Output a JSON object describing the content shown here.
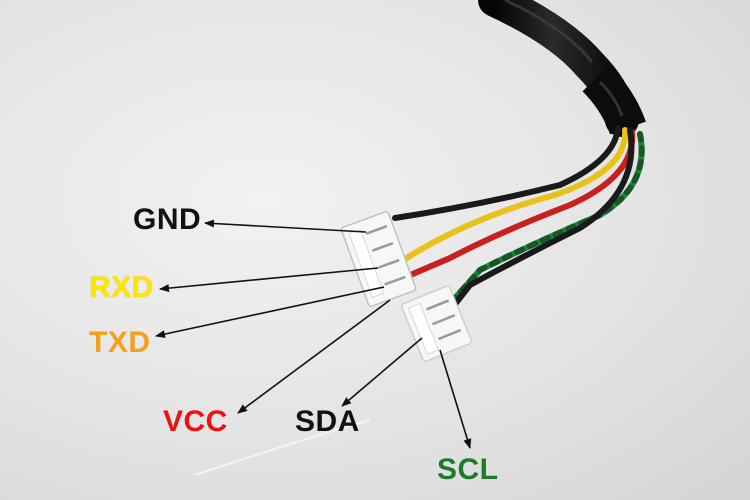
{
  "labels": {
    "gnd": "GND",
    "rxd": "RXD",
    "txd": "TXD",
    "vcc": "VCC",
    "sda": "SDA",
    "scl": "SCL"
  },
  "colors": {
    "gnd": "#111111",
    "rxd": "#ffe600",
    "txd": "#f5a01a",
    "vcc": "#ee1111",
    "sda": "#111111",
    "scl": "#1d7a2a",
    "cable": "#151515",
    "wire_black": "#1a1a1a",
    "wire_yellow": "#e8c21a",
    "wire_red": "#c8201c",
    "wire_green": "#1f8a3a",
    "connector": "#f6f6f6"
  }
}
